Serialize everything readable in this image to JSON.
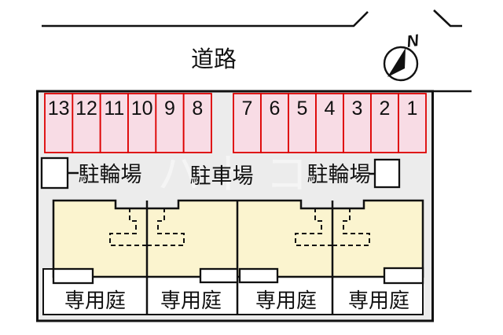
{
  "road": {
    "label": "道路"
  },
  "compass": {
    "north_label": "N"
  },
  "site": {
    "watermark": "ハトコ",
    "colors": {
      "site_fill": "#ececec",
      "stall_fill": "#f8dce5",
      "stall_border": "#dd0000",
      "building_fill": "#fbf4cf",
      "line_color": "#111111",
      "background": "#ffffff"
    }
  },
  "parking": {
    "car_area_label": "駐車場",
    "left_stalls": [
      "13",
      "12",
      "11",
      "10",
      "9",
      "8"
    ],
    "right_stalls": [
      "7",
      "6",
      "5",
      "4",
      "3",
      "2",
      "1"
    ]
  },
  "bicycle_parking": {
    "left_label": "駐輪場",
    "right_label": "駐輪場"
  },
  "gardens": {
    "labels": [
      "専用庭",
      "専用庭",
      "専用庭",
      "専用庭"
    ]
  }
}
